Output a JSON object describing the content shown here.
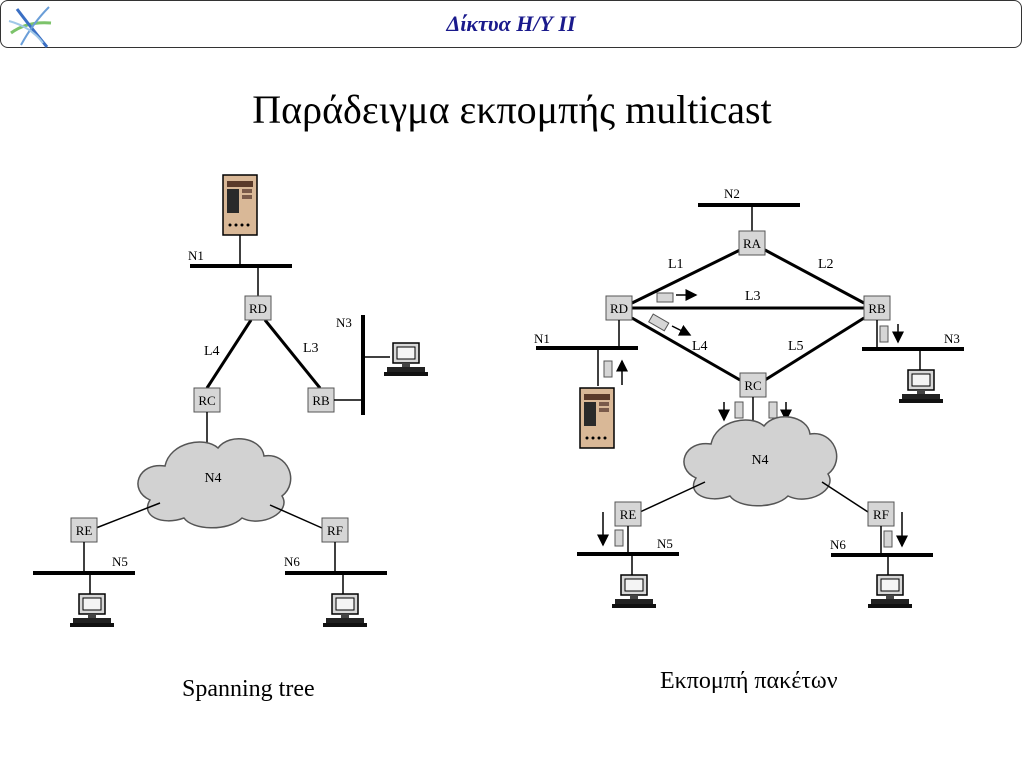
{
  "header": {
    "title": "Δίκτυα Η/Υ ΙΙ",
    "logo_icon": "star-swirl-logo-icon"
  },
  "slide": {
    "title": "Παράδειγμα εκπομπής multicast"
  },
  "left": {
    "caption": "Spanning tree",
    "networks": {
      "n1": "N1",
      "n3": "N3",
      "n4": "N4",
      "n5": "N5",
      "n6": "N6"
    },
    "routers": {
      "rd": "RD",
      "rc": "RC",
      "rb": "RB",
      "re": "RE",
      "rf": "RF"
    },
    "links": {
      "l4": "L4",
      "l3": "L3"
    }
  },
  "right": {
    "caption": "Εκπομπή πακέτων",
    "networks": {
      "n1": "N1",
      "n2": "N2",
      "n3": "N3",
      "n4": "N4",
      "n5": "N5",
      "n6": "N6"
    },
    "routers": {
      "ra": "RA",
      "rd": "RD",
      "rb": "RB",
      "rc": "RC",
      "re": "RE",
      "rf": "RF"
    },
    "links": {
      "l1": "L1",
      "l2": "L2",
      "l3": "L3",
      "l4": "L4",
      "l5": "L5"
    }
  }
}
